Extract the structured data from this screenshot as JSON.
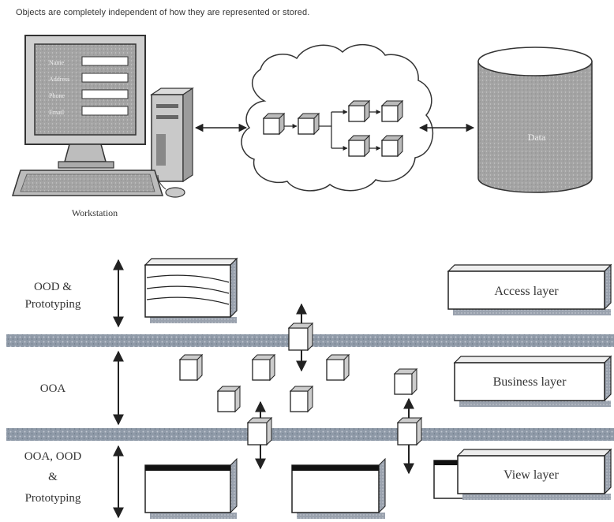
{
  "caption": "Objects are completely independent of how they are represented or stored.",
  "top": {
    "workstation_label": "Workstation",
    "form_labels": [
      "Name",
      "Address",
      "Phone",
      "Email"
    ],
    "database_label": "Data"
  },
  "phases": [
    {
      "lines": [
        "OOD &",
        "Prototyping"
      ]
    },
    {
      "lines": [
        "OOA"
      ]
    },
    {
      "lines": [
        "OOA, OOD",
        "&",
        "Prototyping"
      ]
    }
  ],
  "layers": {
    "access": "Access layer",
    "business": "Business layer",
    "view": "View layer"
  },
  "colors": {
    "band": "#8f9aa8",
    "shadow": "#9aa2ae",
    "line": "#222222",
    "screen": "#9a9a9a",
    "cylinder": "#a6a6a6"
  }
}
